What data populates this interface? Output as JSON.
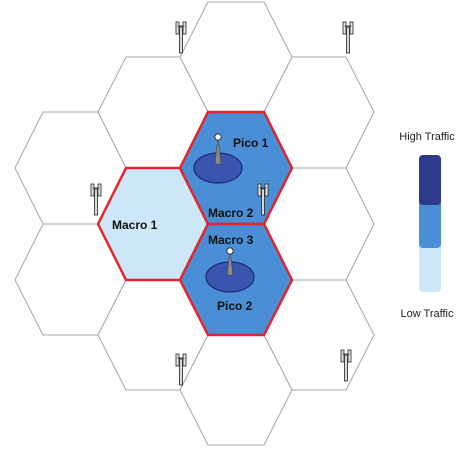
{
  "cells": [
    {
      "id": "macro1",
      "label": "Macro 1",
      "traffic": "low"
    },
    {
      "id": "macro2",
      "label": "Macro 2",
      "traffic": "medium"
    },
    {
      "id": "macro3",
      "label": "Macro 3",
      "traffic": "medium"
    },
    {
      "id": "pico1",
      "label": "Pico 1",
      "traffic": "high"
    },
    {
      "id": "pico2",
      "label": "Pico 2",
      "traffic": "high"
    }
  ],
  "legend": {
    "high_label": "High Traffic",
    "low_label": "Low Traffic"
  },
  "colors": {
    "high": "#2e3a8c",
    "medium": "#4a8fd6",
    "low": "#cde7f8",
    "highlight_border": "#e0262b",
    "grid_border": "#a6a6a6",
    "pico_zone": "#3a55b0"
  },
  "icons": {
    "macro_tower": "antenna-tower-icon",
    "pico_antenna": "pico-antenna-icon"
  }
}
